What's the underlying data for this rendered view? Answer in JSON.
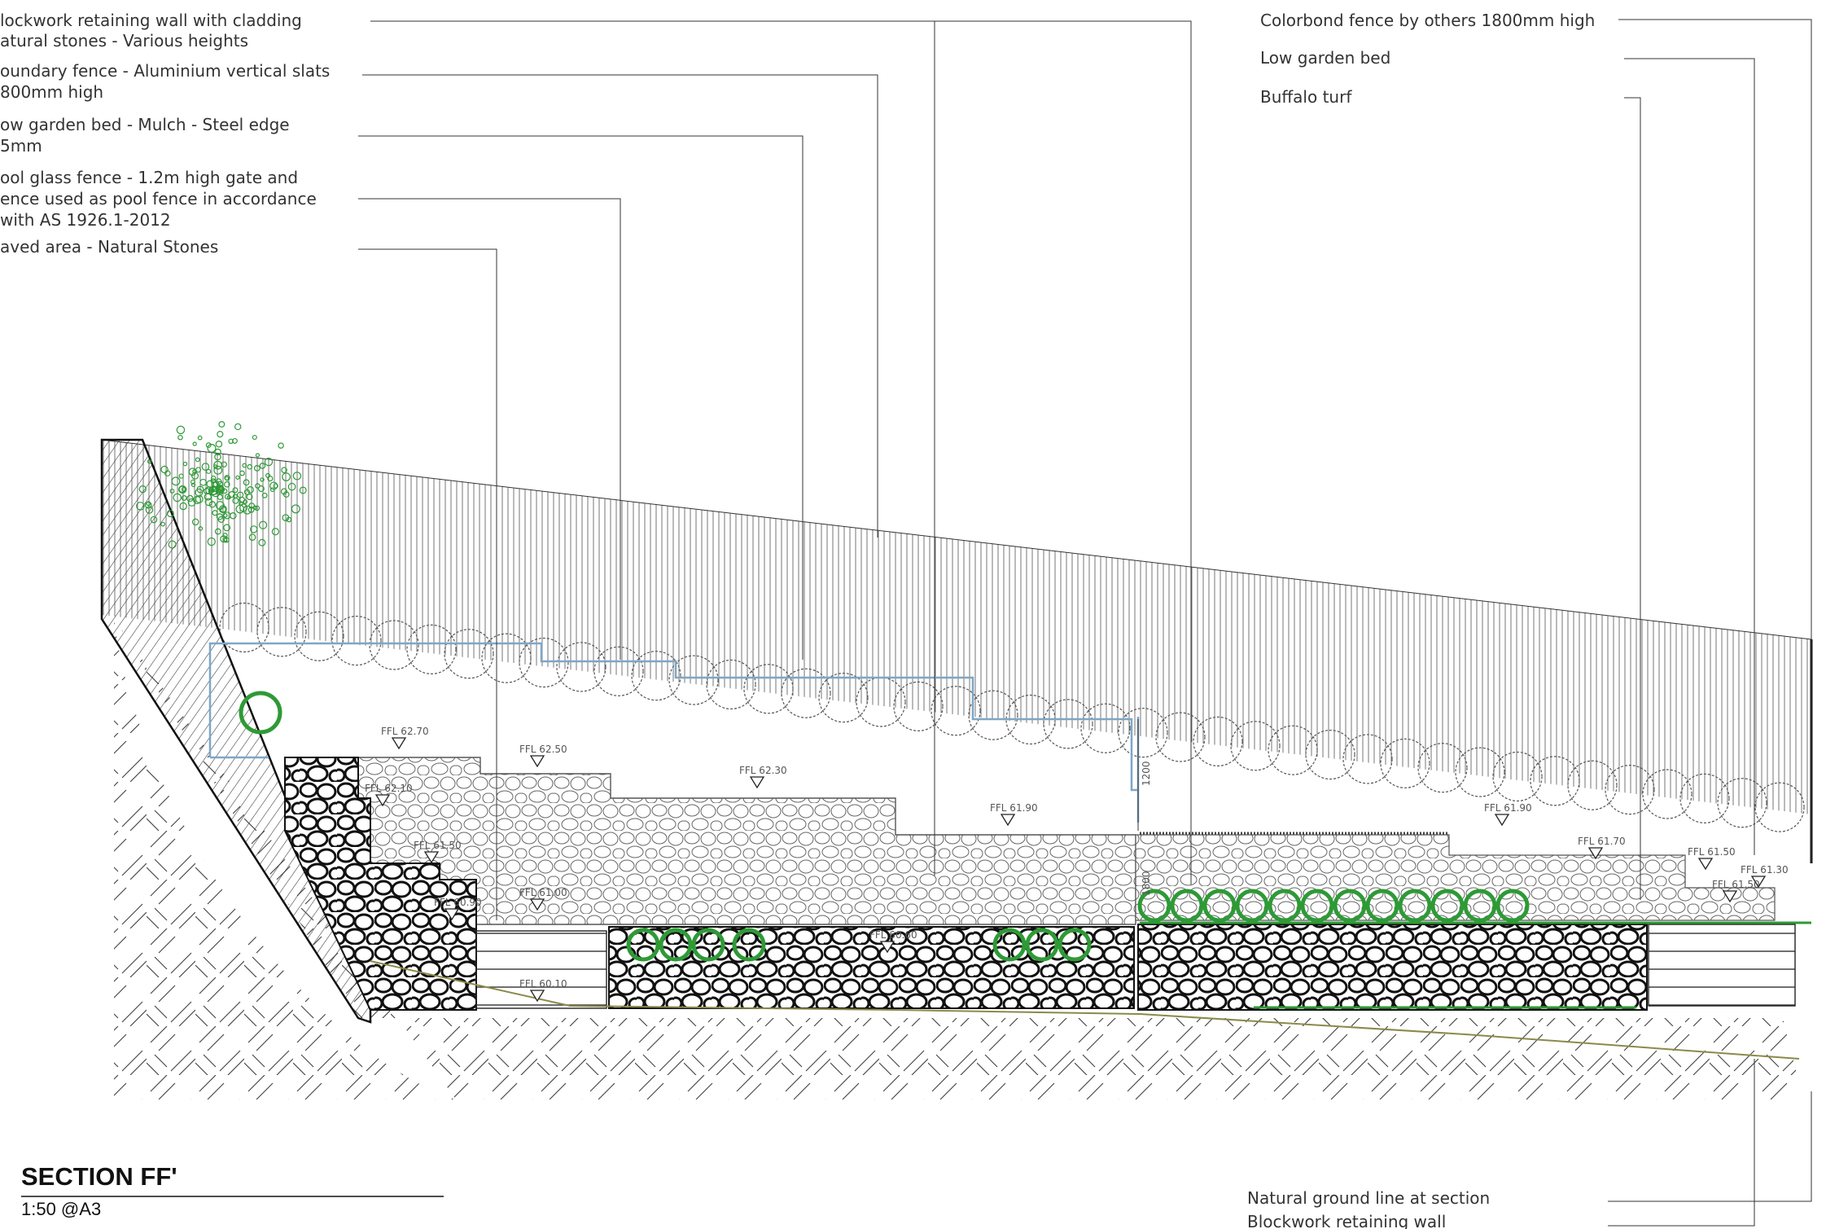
{
  "section": {
    "title": "SECTION FF'",
    "scale": "1:50 @A3"
  },
  "callouts_left": [
    {
      "lines": [
        "lockwork retaining wall with cladding",
        "atural stones - Various heights"
      ]
    },
    {
      "lines": [
        "oundary fence - Aluminium vertical slats",
        "800mm high"
      ]
    },
    {
      "lines": [
        "ow garden bed - Mulch - Steel edge",
        "5mm"
      ]
    },
    {
      "lines": [
        "ool glass fence - 1.2m high gate and",
        "ence used as pool fence in accordance",
        "with AS 1926.1-2012"
      ]
    },
    {
      "lines": [
        "aved area - Natural Stones"
      ]
    }
  ],
  "callouts_right": [
    {
      "text": "Colorbond fence by others 1800mm high"
    },
    {
      "text": "Low garden bed"
    },
    {
      "text": "Buffalo turf"
    }
  ],
  "callouts_bottom": [
    {
      "text": "Natural ground line at section"
    },
    {
      "text": "Blockwork retaining wall"
    }
  ],
  "levels": [
    "FFL 62.70",
    "FFL 62.50",
    "FFL 62.30",
    "FFL 62.10",
    "FFL 61.50",
    "FFL 60.90",
    "FFL 61.00",
    "FFL 60.10",
    "FFL 60.60",
    "FFL 61.90",
    "FFL 61.90",
    "FFL 61.70",
    "FFL 61.50",
    "FFL 61.30",
    "FFL 61.50"
  ],
  "dimensions": [
    "1200",
    "1800"
  ],
  "colors": {
    "pool_fence": "#7fa6c6",
    "planting": "#2e9a36",
    "stone": "#111111",
    "earth_hatch": "#333333",
    "ground_line": "#8a8a4a"
  }
}
